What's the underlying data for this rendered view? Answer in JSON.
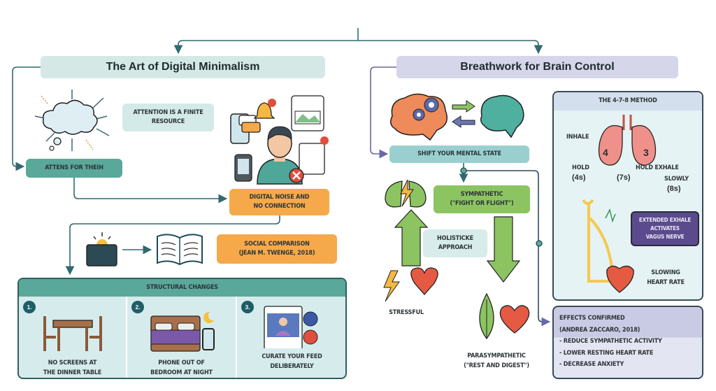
{
  "colors": {
    "teal": "#5aa89a",
    "teal_light": "#d4e9e6",
    "orange": "#f5a94a",
    "lavender": "#d6d6ea",
    "green": "#8cc462",
    "purple": "#5b4a8c",
    "line_teal": "#2f6a70",
    "line_purple": "#6a68a8"
  },
  "left": {
    "title": "The Art of Digital Minimalism",
    "attention": "ATTENTION IS A FINITE RESOURCE",
    "attens": "ATTENS FOR THEIH",
    "noise": [
      "DIGITAL NOISE AND",
      "NO CONNECTION"
    ],
    "social": [
      "SOCIAL COMPARISON",
      "(JEAN M. TWENGE, 2018)"
    ],
    "structural": {
      "header": "STRUCTURAL CHANGES",
      "items": [
        {
          "num": "1.",
          "text": [
            "NO SCREENS AT",
            "THE DINNER TABLE"
          ],
          "icon": "dinner-table-icon"
        },
        {
          "num": "2.",
          "text": [
            "PHONE OUT OF",
            "BEDROOM AT NIGHT"
          ],
          "icon": "bed-phone-icon"
        },
        {
          "num": "3.",
          "text": [
            "CURATE YOUR FEED",
            "DELIBERATELY"
          ],
          "icon": "social-feed-icon"
        }
      ]
    }
  },
  "right": {
    "title": "Breathwork for Brain Control",
    "shift": "SHIFT YOUR MENTAL STATE",
    "sympathetic": [
      "SYMPATHETIC",
      "(\"FIGHT OR FLIGHT\")"
    ],
    "holistic": [
      "HOLISTICKE",
      "APPROACH"
    ],
    "stressful": "STRESSFUL",
    "parasympathetic": [
      "PARASYMPATHETIC",
      "(\"REST AND DIGEST\")"
    ],
    "method": {
      "header": "THE 4-7-8 METHOD",
      "inhale": "INHALE",
      "hold": "HOLD",
      "hold_exhale": "HOLD EXHALE",
      "slowly": "SLOWLY",
      "t4": "(4s)",
      "t7": "(7s)",
      "t8": "(8s)",
      "lung_left": "4",
      "lung_right": "3",
      "vagus": [
        "EXTENDED EXHALE",
        "ACTIVATES",
        "VAGUS NERVE"
      ],
      "slowing": [
        "SLOWING",
        "HEART RATE"
      ]
    },
    "effects": {
      "title": "EFFECTS CONFIRMED",
      "source": "(ANDREA ZACCARO, 2018)",
      "items": [
        "- REDUCE SYMPATHETIC ACTIVITY",
        "- LOWER RESTING HEART RATE",
        "- DECREASE ANXIETY"
      ]
    }
  }
}
